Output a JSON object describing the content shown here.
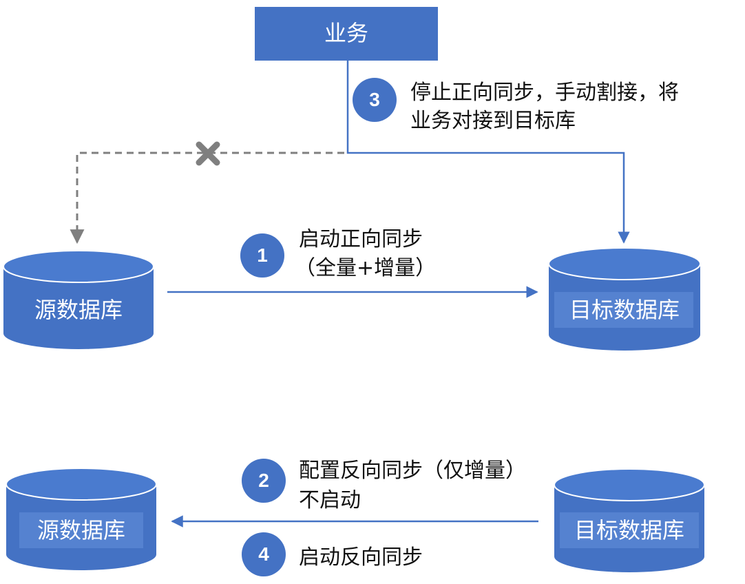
{
  "colors": {
    "primary": "#4472c4",
    "cylinder_top": "#4a7bcf",
    "label_band": "#5582d0",
    "dashed": "#7f7f7f"
  },
  "business": {
    "label": "业务"
  },
  "icons": {
    "cut_mark": "x-mark-icon"
  },
  "top": {
    "source_db": "源数据库",
    "target_db": "目标数据库"
  },
  "bottom": {
    "source_db": "源数据库",
    "target_db": "目标数据库"
  },
  "steps": [
    {
      "number": "1",
      "lines": [
        "启动正向同步",
        "（全量+增量）"
      ]
    },
    {
      "number": "2",
      "lines": [
        "配置反向同步（仅增量）",
        "不启动"
      ]
    },
    {
      "number": "3",
      "lines": [
        "停止正向同步，手动割接，将",
        "业务对接到目标库"
      ]
    },
    {
      "number": "4",
      "lines": [
        "启动反向同步"
      ]
    }
  ]
}
